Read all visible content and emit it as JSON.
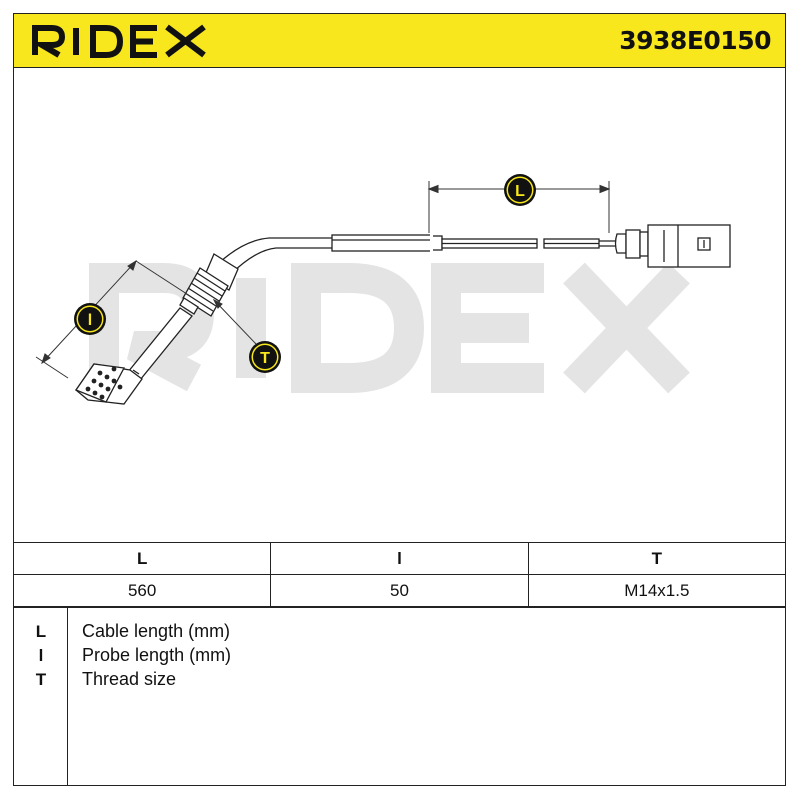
{
  "header": {
    "brand": "RIDEX",
    "part_number": "3938E0150",
    "accent_color": "#f8e71c"
  },
  "drawing": {
    "watermark": "RIDEX",
    "callouts": [
      "L",
      "l",
      "T"
    ]
  },
  "dimensions": {
    "headers": [
      "L",
      "l",
      "T"
    ],
    "values": [
      "560",
      "50",
      "M14x1.5"
    ]
  },
  "legend": [
    {
      "key": "L",
      "description": "Cable length (mm)"
    },
    {
      "key": "l",
      "description": "Probe length (mm)"
    },
    {
      "key": "T",
      "description": "Thread size"
    }
  ]
}
